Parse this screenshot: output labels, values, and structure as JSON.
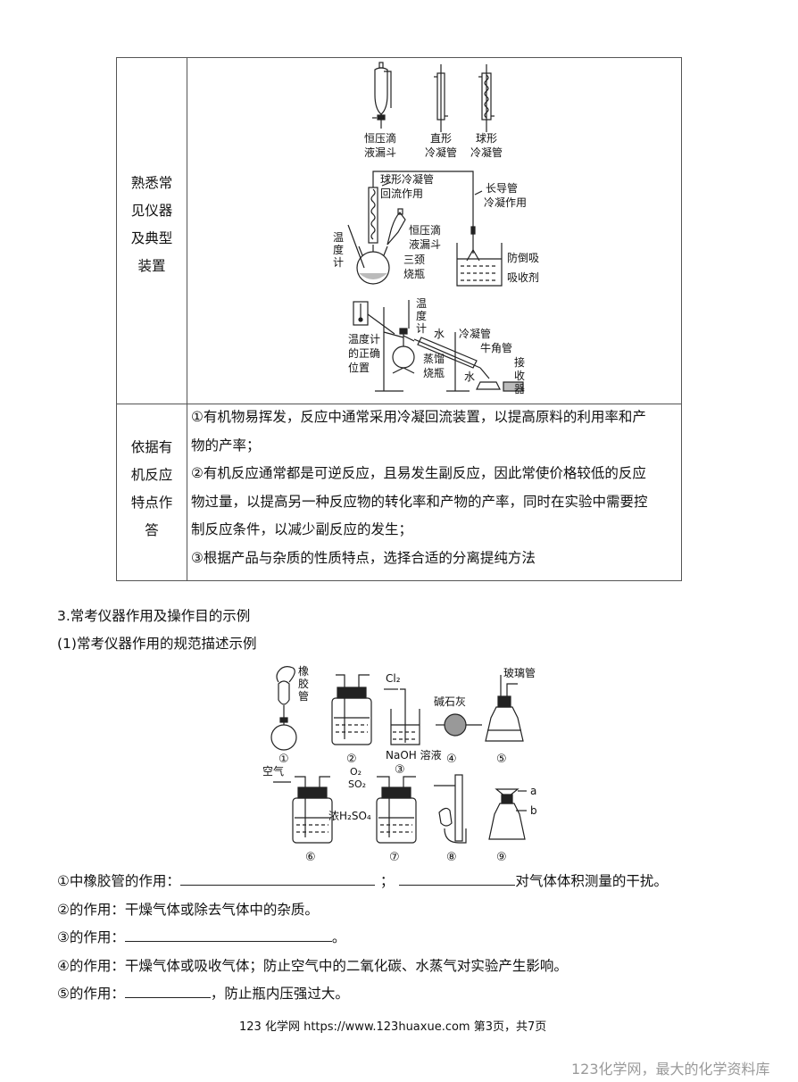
{
  "table": {
    "row1": {
      "left_label": [
        "熟悉常",
        "见仪器",
        "及典型",
        "装置"
      ],
      "figure_top": {
        "labels": [
          [
            "恒压滴",
            "液漏斗"
          ],
          [
            "直形",
            "冷凝管"
          ],
          [
            "球形",
            "冷凝管"
          ]
        ]
      },
      "figure_reflux": {
        "labels": {
          "reflux": [
            "球形冷凝管",
            "回流作用"
          ],
          "longtube": [
            "长导管",
            "冷凝作用"
          ],
          "funnel": [
            "恒压滴",
            "液漏斗"
          ],
          "thermo": [
            "温",
            "度",
            "计"
          ],
          "flask": [
            "三颈",
            "烧瓶"
          ],
          "antisuck": "防倒吸",
          "absorbent": "吸收剂"
        }
      },
      "figure_distill": {
        "labels": {
          "thermo": [
            "温",
            "度",
            "计"
          ],
          "position": [
            "温度计",
            "的正确",
            "位置"
          ],
          "water_in": "水",
          "condenser": "冷凝管",
          "adapter": "牛角管",
          "flask": [
            "蒸馏",
            "烧瓶"
          ],
          "water_out": "水",
          "receiver": [
            "接",
            "收",
            "器"
          ]
        }
      }
    },
    "row2": {
      "left_label": [
        "依据有",
        "机反应",
        "特点作",
        "答"
      ],
      "lines": [
        "①有机物易挥发，反应中通常采用冷凝回流装置，以提高原料的利用率和产",
        "物的产率；",
        "②有机反应通常都是可逆反应，且易发生副反应，因此常使价格较低的反应",
        "物过量，以提高另一种反应物的转化率和产物的产率，同时在实验中需要控",
        "制反应条件，以减少副反应的发生；",
        "③根据产品与杂质的性质特点，选择合适的分离提纯方法"
      ]
    }
  },
  "section_title": "3.常考仪器作用及操作目的示例",
  "subsection_title": "(1)常考仪器作用的规范描述示例",
  "apparatus": {
    "labels": {
      "rubber_tube": [
        "橡",
        "胶",
        "管"
      ],
      "cl2": "Cl₂",
      "naoh": "NaOH 溶液",
      "soda_lime": "碱石灰",
      "glass_tube": "玻璃管",
      "air": "空气",
      "o2": "O₂",
      "so2": "SO₂",
      "h2so4": "浓H₂SO₄",
      "a": "a",
      "b": "b"
    },
    "numbers": [
      "①",
      "②",
      "③",
      "④",
      "⑤",
      "⑥",
      "⑦",
      "⑧",
      "⑨"
    ]
  },
  "questions": {
    "q1_prefix": "①中橡胶管的作用：",
    "q1_sep": "；",
    "q1_suffix": "对气体体积测量的干扰。",
    "q2": "②的作用：干燥气体或除去气体中的杂质。",
    "q3_prefix": "③的作用：",
    "q3_suffix": "。",
    "q4": "④的作用：干燥气体或吸收气体；防止空气中的二氧化碳、水蒸气对实验产生影响。",
    "q5_prefix": "⑤的作用：",
    "q5_suffix": "，防止瓶内压强过大。"
  },
  "footer": "123 化学网 https://www.123huaxue.com 第3页，共7页",
  "watermark": "123化学网，最大的化学资料库"
}
